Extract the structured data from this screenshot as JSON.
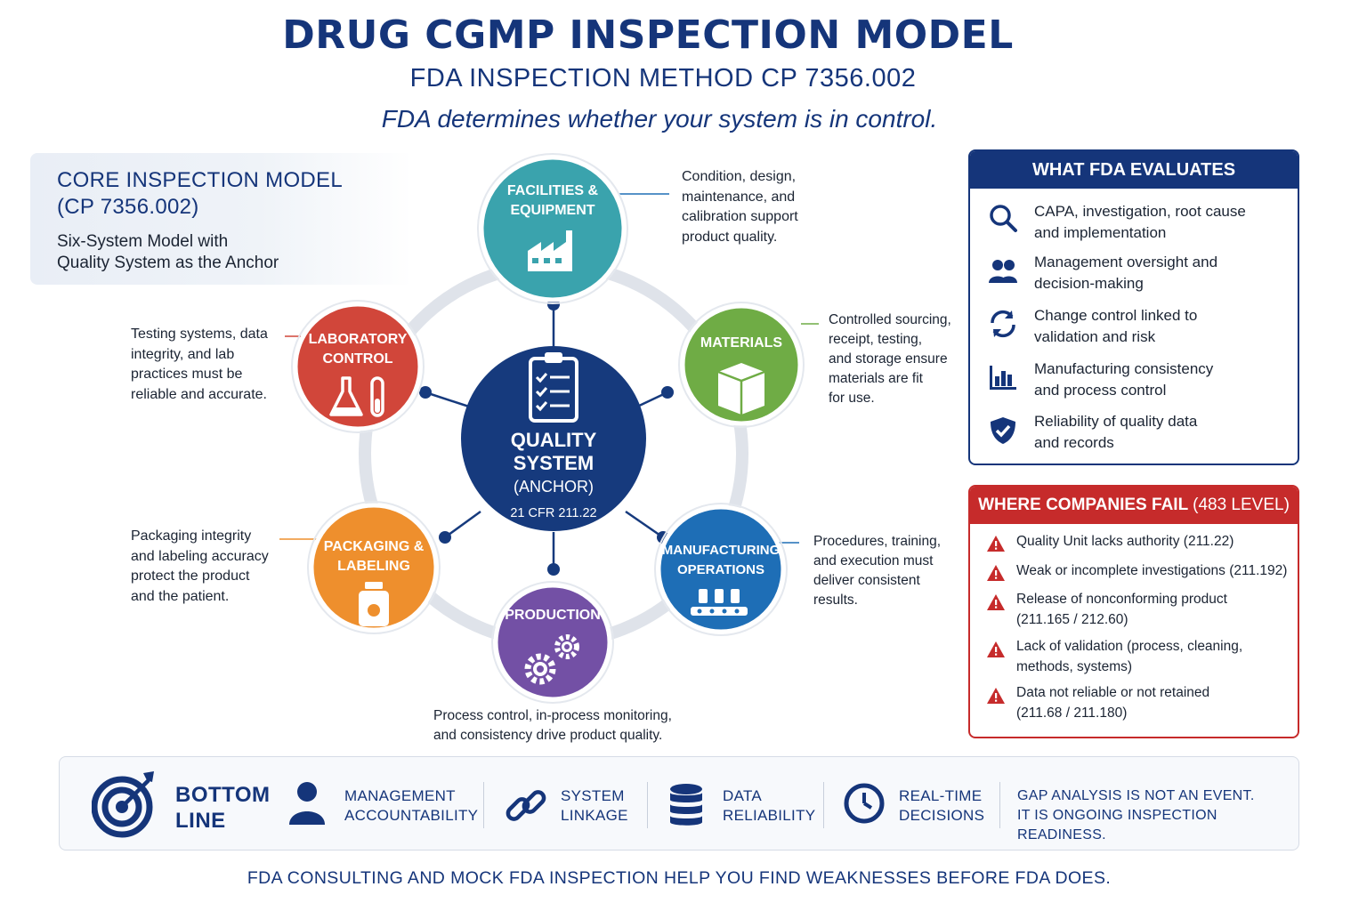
{
  "header": {
    "title": "DRUG CGMP INSPECTION MODEL",
    "subtitle": "FDA INSPECTION METHOD CP 7356.002",
    "tagline": "FDA determines whether your system is in control."
  },
  "core_model": {
    "title_line1": "CORE INSPECTION MODEL",
    "title_line2": "(CP 7356.002)",
    "sub_line1": "Six-System Model with",
    "sub_line2": "Quality System as the Anchor"
  },
  "quality_system": {
    "line1": "QUALITY",
    "line2": "SYSTEM",
    "line3": "(ANCHOR)",
    "cfr": "21 CFR 211.22",
    "icon": "clipboard-checklist-icon",
    "color": "#163a7d"
  },
  "systems": {
    "facilities": {
      "line1": "FACILITIES &",
      "line2": "EQUIPMENT",
      "icon": "factory-icon",
      "color": "#3aa3ad",
      "desc": [
        "Condition, design,",
        "maintenance, and",
        "calibration support",
        "product quality."
      ]
    },
    "materials": {
      "line1": "MATERIALS",
      "icon": "box-icon",
      "color": "#6fac45",
      "desc": [
        "Controlled sourcing,",
        "receipt, testing,",
        "and storage ensure",
        "materials are fit",
        "for use."
      ]
    },
    "manufacturing": {
      "line1": "MANUFACTURING",
      "line2": "OPERATIONS",
      "icon": "conveyor-bottles-icon",
      "color": "#1e6eb6",
      "desc": [
        "Procedures, training,",
        "and execution must",
        "deliver consistent",
        "results."
      ]
    },
    "production": {
      "line1": "PRODUCTION",
      "icon": "gears-icon",
      "color": "#7350a5",
      "desc": [
        "Process control, in-process monitoring,",
        "and consistency drive product quality."
      ]
    },
    "packaging": {
      "line1": "PACKAGING &",
      "line2": "LABELING",
      "icon": "bottle-icon",
      "color": "#ee8f2d",
      "desc": [
        "Packaging integrity",
        "and labeling accuracy",
        "protect the product",
        "and the patient."
      ]
    },
    "laboratory": {
      "line1": "LABORATORY",
      "line2": "CONTROL",
      "icon": "flask-tube-icon",
      "color": "#d1463a",
      "desc": [
        "Testing systems, data",
        "integrity, and lab",
        "practices must be",
        "reliable and accurate."
      ]
    }
  },
  "evaluates": {
    "title": "WHAT FDA EVALUATES",
    "items": [
      {
        "icon": "magnifier-icon",
        "line1": "CAPA, investigation, root cause",
        "line2": "and implementation"
      },
      {
        "icon": "people-icon",
        "line1": "Management oversight and",
        "line2": "decision-making"
      },
      {
        "icon": "refresh-icon",
        "line1": "Change control linked to",
        "line2": "validation and risk"
      },
      {
        "icon": "bar-chart-icon",
        "line1": "Manufacturing consistency",
        "line2": "and process control"
      },
      {
        "icon": "shield-check-icon",
        "line1": "Reliability of quality data",
        "line2": "and records"
      }
    ]
  },
  "fails": {
    "title": "WHERE COMPANIES FAIL",
    "title_suffix": "(483 LEVEL)",
    "items": [
      {
        "line1": "Quality Unit lacks authority (211.22)",
        "line2": ""
      },
      {
        "line1": "Weak or incomplete investigations (211.192)",
        "line2": ""
      },
      {
        "line1": "Release of nonconforming product",
        "line2": "(211.165 / 212.60)"
      },
      {
        "line1": "Lack of validation (process, cleaning,",
        "line2": "methods, systems)"
      },
      {
        "line1": "Data not reliable or not retained",
        "line2": "(211.68 / 211.180)"
      }
    ]
  },
  "bottom_line": {
    "label1": "BOTTOM",
    "label2": "LINE",
    "items": [
      {
        "icon": "person-icon",
        "line1": "MANAGEMENT",
        "line2": "ACCOUNTABILITY"
      },
      {
        "icon": "link-icon",
        "line1": "SYSTEM",
        "line2": "LINKAGE"
      },
      {
        "icon": "database-icon",
        "line1": "DATA",
        "line2": "RELIABILITY"
      },
      {
        "icon": "clock-icon",
        "line1": "REAL-TIME",
        "line2": "DECISIONS"
      }
    ],
    "closing1": "GAP ANALYSIS IS NOT AN EVENT.",
    "closing2": "IT IS ONGOING INSPECTION READINESS."
  },
  "footer": "FDA CONSULTING AND MOCK FDA INSPECTION HELP YOU FIND WEAKNESSES BEFORE FDA DOES."
}
